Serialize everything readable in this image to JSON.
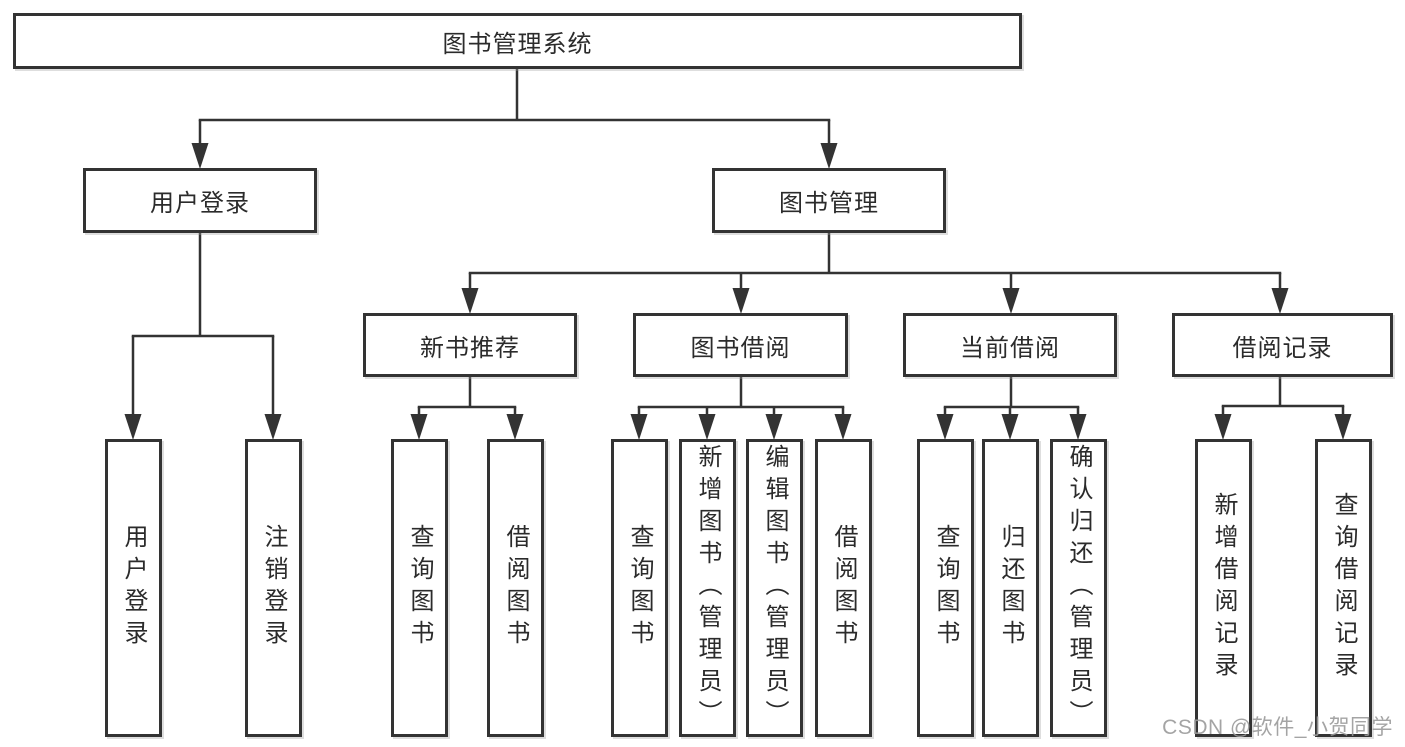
{
  "diagram": {
    "root": "图书管理系统",
    "level2": {
      "user_login": "用户登录",
      "book_mgmt": "图书管理"
    },
    "level3": {
      "new_book": "新书推荐",
      "book_borrow": "图书借阅",
      "current_borrow": "当前借阅",
      "borrow_record": "借阅记录"
    },
    "leaves": {
      "user_login": [
        "用户登录",
        "注销登录"
      ],
      "new_book": [
        "查询图书",
        "借阅图书"
      ],
      "book_borrow": [
        "查询图书",
        "新增图书（管理员）",
        "编辑图书（管理员）",
        "借阅图书"
      ],
      "current_borrow": [
        "查询图书",
        "归还图书",
        "确认归还（管理员）"
      ],
      "borrow_record": [
        "新增借阅记录",
        "查询借阅记录"
      ]
    }
  },
  "watermark": "CSDN @软件_小贺同学",
  "colors": {
    "line": "#333333",
    "text": "#2b2b2b",
    "watermark": "#9b9b9b",
    "background": "#ffffff"
  }
}
